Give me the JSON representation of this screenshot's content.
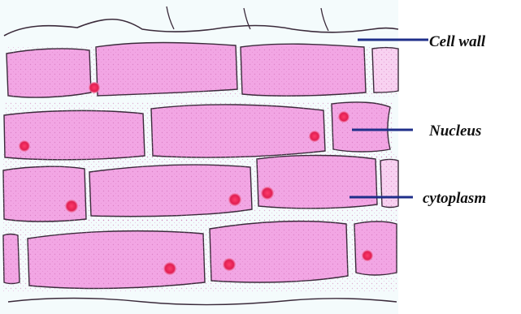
{
  "labels": {
    "cell_wall": "Cell wall",
    "nucleus": "Nucleus",
    "cytoplasm": "cytoplasm"
  },
  "colors": {
    "cell_fill": "#f2a6e4",
    "cell_fill_light": "#f8d2f1",
    "cell_outline": "#3a2a3a",
    "nucleus": "#e3245a",
    "pointer_line": "#1f2f8a",
    "background": "#ffffff",
    "intercell": "#f4fbfc"
  }
}
